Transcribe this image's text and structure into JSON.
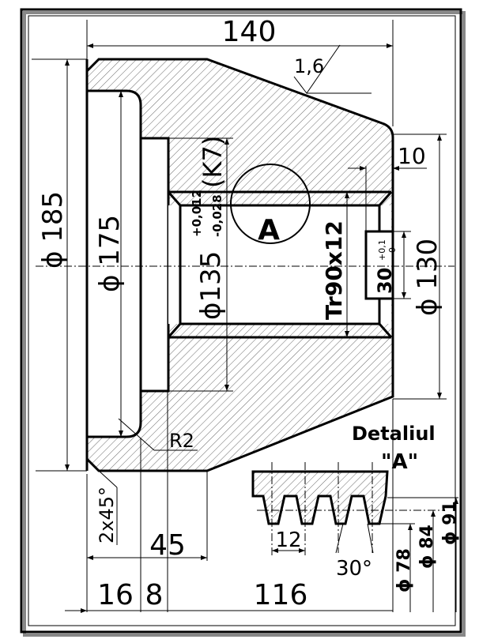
{
  "drawing": {
    "dimensions": {
      "overall_length": "140",
      "roughness": "1,6",
      "outer_diameter": "ϕ 185",
      "pocket_diameter": "ϕ 175",
      "bore_diameter": "ϕ135",
      "bore_tol_upper": "+0,012",
      "bore_tol_lower": "-0,028",
      "bore_fit": "(K7)",
      "thread": "Tr90x12",
      "groove_offset": "10",
      "groove_width": "30",
      "groove_tol_upper": "+0,1",
      "groove_tol_lower": "0",
      "groove_diameter": "ϕ 130",
      "fillet": "R2",
      "chamfer": "2x45°",
      "length_45": "45",
      "length_16": "16",
      "length_8": "8",
      "length_116": "116"
    },
    "detail_marker": "A",
    "detail": {
      "title": "Detaliul",
      "name": "\"A\"",
      "pitch": "12",
      "angle": "30°",
      "d78": "ϕ 78",
      "d84": "ϕ 84",
      "d91": "ϕ 91"
    }
  }
}
